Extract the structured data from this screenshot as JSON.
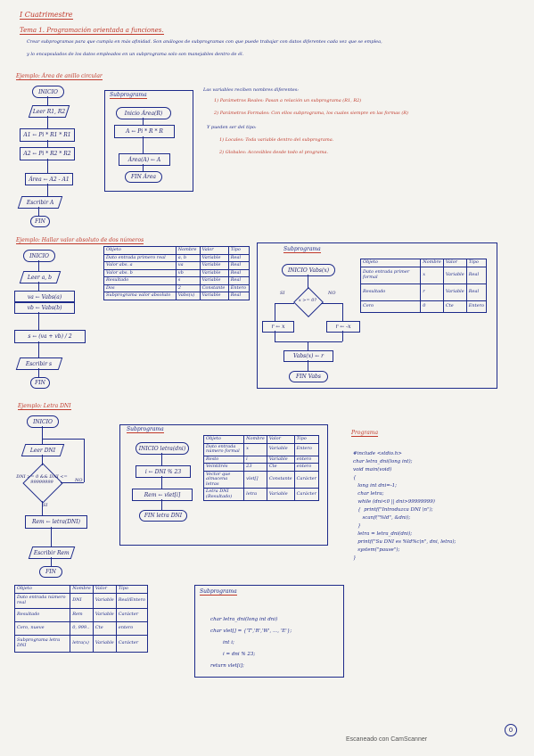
{
  "header": {
    "title": "I Cuatrimestre",
    "section": "Tema 1. Programación orientada a funciones.",
    "intro_1": "Crear subprogramas para que cumpla en más afinidad. Son análogos de subprogramas con que puede trabajar con datos diferentes cada vez que se emplea,",
    "intro_2": "y lo encapsulados de los datos empleados en un subprograma solo son manejables dentro de él."
  },
  "ex1": {
    "title": "Ejemplo: Área de anillo circular",
    "flow": [
      "INICIO",
      "Leer R1, R2",
      "A1 ← Pi * R1 * R1",
      "A2 ← Pi * R2 * R2",
      "Área ← A2 - A1",
      "Escribir A",
      "FIN"
    ],
    "sub_label": "Subprograma",
    "sub_flow": [
      "Inicio Área(R)",
      "A ← Pi * R * R",
      "Área(A) ← A",
      "FIN Área"
    ],
    "notes": [
      "Las variables reciben nombres diferentes:",
      "1) Parámetros Reales: Pasan a relación un subprograma (R1, R2)",
      "2) Parámetros Formales: Con ellos subprograma, los cuales siempre en las formas (R)",
      "Y pueden ser del tipo:",
      "1) Locales: Toda variable dentro del subprograma.",
      "2) Globales: Accesibles desde todo el programa."
    ]
  },
  "ex2": {
    "title": "Ejemplo: Hallar valor absoluto de dos números",
    "flow": [
      "INICIO",
      "Leer a, b",
      "va ← Vabs(a)",
      "vb ← Vabs(b)",
      "s ← (va + vb) / 2",
      "Escribir s",
      "FIN"
    ],
    "table": {
      "headers": [
        "Objeto",
        "Nombre",
        "Valor",
        "Tipo"
      ],
      "rows": [
        [
          "Dato entrada primero real",
          "a, b",
          "Variable",
          "Real"
        ],
        [
          "Valor abs. a",
          "va",
          "Variable",
          "Real"
        ],
        [
          "Valor abs. b",
          "vb",
          "Variable",
          "Real"
        ],
        [
          "Resultado",
          "s",
          "Variable",
          "Real"
        ],
        [
          "Dos",
          "2",
          "Constante",
          "Entero"
        ],
        [
          "Subprograma valor absoluto",
          "Vabs(x)",
          "Variable",
          "Real"
        ]
      ]
    },
    "sub_label": "Subprograma",
    "sub_flow": [
      "INICIO Vabs(x)",
      "x >= 0?",
      "r ← x",
      "r ← -x",
      "Vabs(x) ← r",
      "FIN Vabs"
    ],
    "si": "SI",
    "no": "NO",
    "sub_table": {
      "headers": [
        "Objeto",
        "Nombre",
        "Valor",
        "Tipo"
      ],
      "rows": [
        [
          "Dato entrada primer formal",
          "x",
          "Variable",
          "Real"
        ],
        [
          "Resultado",
          "r",
          "Variable",
          "Real"
        ],
        [
          "Cero",
          "0",
          "Cte",
          "Entero"
        ]
      ]
    }
  },
  "ex3": {
    "title": "Ejemplo: Letra DNI",
    "flow": [
      "INICIO",
      "Leer DNI",
      "DNI >= 0 && DNI <= 99999999",
      "Rem ← letra(DNI)",
      "Escribir Rem",
      "FIN"
    ],
    "si": "SI",
    "no": "NO",
    "sub_label": "Subprograma",
    "sub_flow": [
      "INICIO letra(dni)",
      "i ← DNI % 23",
      "Rem ← vlet[i]",
      "FIN letra DNI"
    ],
    "sub_table": {
      "headers": [
        "Objeto",
        "Nombre",
        "Valor",
        "Tipo"
      ],
      "rows": [
        [
          "Dato entrada número formal",
          "x",
          "Variable",
          "Entero"
        ],
        [
          "Resto",
          "i",
          "Variable",
          "entero"
        ],
        [
          "Veintitrés",
          "23",
          "Cte",
          "entero"
        ],
        [
          "Vector que almacena letras",
          "vlet[]",
          "Constante",
          "Carácter"
        ],
        [
          "Letra DNI (Resultado)",
          "letra",
          "Variable",
          "Carácter"
        ]
      ]
    },
    "prog_label": "Programa",
    "code": [
      "#include <stdio.h>",
      "char letra_dni(long int);",
      "void main(void)",
      "{",
      "   long int dni=-1;",
      "   char letra;",
      "   while (dni<0 || dni>99999999)",
      "   {  printf(\"Introduzca DNI \\n\");",
      "      scanf(\"%ld\", &dni);",
      "   }",
      "   letra = letra_dni(dni);",
      "   printf(\"Su DNI es %ld%c\\n\", dni, letra);",
      "   system(\"pause\");",
      "}"
    ],
    "main_table": {
      "headers": [
        "Objeto",
        "Nombre",
        "Valor",
        "Tipo"
      ],
      "rows": [
        [
          "Dato entrada número real",
          "DNI",
          "Variable",
          "Real/Entero"
        ],
        [
          "Resultado",
          "Rem",
          "Variable",
          "Carácter"
        ],
        [
          "Cero, nueve",
          "0, 999..",
          "Cte",
          "entero"
        ],
        [
          "Subprograma letra DNI",
          "letra(x)",
          "Variable",
          "Carácter"
        ]
      ]
    },
    "sub2_label": "Subprograma",
    "sub_code": [
      "char letra_dni(long int dni)",
      "char vlet[] = {'T','R','W', ..., 'E'};",
      "int i;",
      "i = dni % 23;",
      "return vlet[i];"
    ]
  },
  "footer": {
    "scanner": "Escaneado con CamScanner",
    "page": "0"
  }
}
